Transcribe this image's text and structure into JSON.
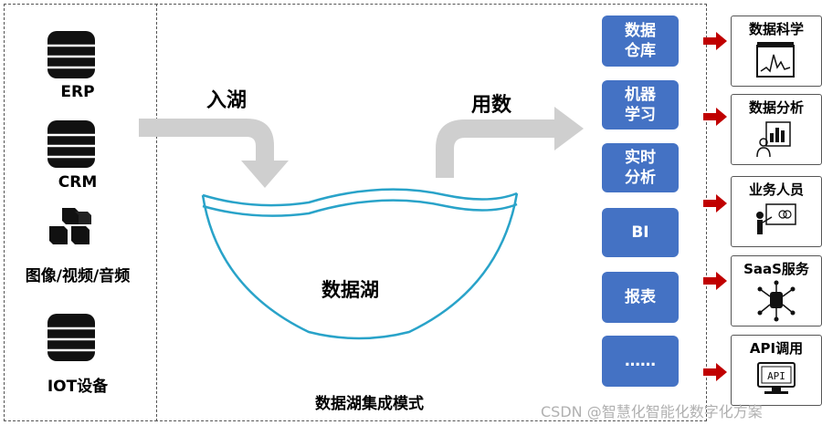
{
  "sources": [
    {
      "label": "ERP",
      "icon": "database-icon"
    },
    {
      "label": "CRM",
      "icon": "database-icon"
    },
    {
      "label": "图像/视频/音频",
      "icon": "cubes-icon"
    },
    {
      "label": "IOT设备",
      "icon": "database-icon"
    }
  ],
  "ingest_label": "入湖",
  "use_label": "用数",
  "lake_label": "数据湖",
  "caption": "数据湖集成模式",
  "services": [
    "数据\n仓库",
    "机器\n学习",
    "实时\n分析",
    "BI",
    "报表",
    "……"
  ],
  "users": [
    {
      "label": "数据科学",
      "icon": "chart-monitor-icon"
    },
    {
      "label": "数据分析",
      "icon": "analyst-icon"
    },
    {
      "label": "业务人员",
      "icon": "presenter-icon"
    },
    {
      "label": "SaaS服务",
      "icon": "network-icon"
    },
    {
      "label": "API调用",
      "icon": "api-icon"
    }
  ],
  "watermark": "CSDN @智慧化智能化数字化方案",
  "colors": {
    "service_box": "#4472c4",
    "arrow_red": "#c00000",
    "lake_stroke": "#29a3c9",
    "flow_arrow": "#cfcfcf"
  }
}
